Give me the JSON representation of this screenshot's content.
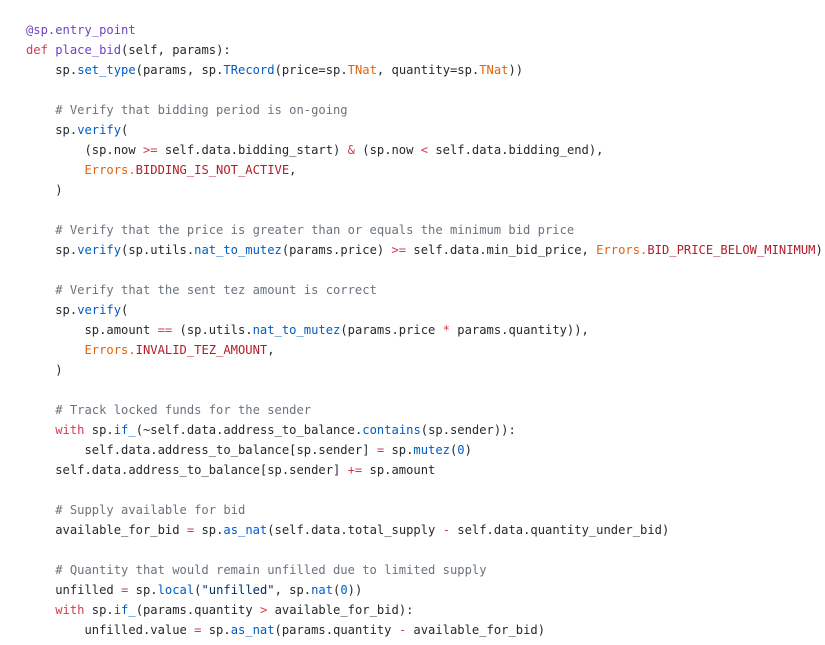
{
  "code": {
    "lines": [
      {
        "indent": 0,
        "tokens": [
          {
            "t": "deco",
            "v": "@sp.entry_point"
          }
        ]
      },
      {
        "indent": 0,
        "tokens": [
          {
            "t": "kw",
            "v": "def "
          },
          {
            "t": "fn",
            "v": "place_bid"
          },
          {
            "t": "text",
            "v": "(self, params):"
          }
        ]
      },
      {
        "indent": 4,
        "tokens": [
          {
            "t": "text",
            "v": "sp."
          },
          {
            "t": "attr",
            "v": "set_type"
          },
          {
            "t": "text",
            "v": "(params, sp."
          },
          {
            "t": "attr",
            "v": "TRecord"
          },
          {
            "t": "text",
            "v": "(price=sp."
          },
          {
            "t": "type",
            "v": "TNat"
          },
          {
            "t": "text",
            "v": ", quantity=sp."
          },
          {
            "t": "type",
            "v": "TNat"
          },
          {
            "t": "text",
            "v": "))"
          }
        ]
      },
      {
        "indent": 0,
        "tokens": []
      },
      {
        "indent": 4,
        "tokens": [
          {
            "t": "comment",
            "v": "# Verify that bidding period is on-going"
          }
        ]
      },
      {
        "indent": 4,
        "tokens": [
          {
            "t": "text",
            "v": "sp."
          },
          {
            "t": "attr",
            "v": "verify"
          },
          {
            "t": "text",
            "v": "("
          }
        ]
      },
      {
        "indent": 8,
        "tokens": [
          {
            "t": "text",
            "v": "(sp.now "
          },
          {
            "t": "op",
            "v": ">="
          },
          {
            "t": "text",
            "v": " self.data.bidding_start) "
          },
          {
            "t": "op",
            "v": "&"
          },
          {
            "t": "text",
            "v": " (sp.now "
          },
          {
            "t": "op",
            "v": "<"
          },
          {
            "t": "text",
            "v": " self.data.bidding_end),"
          }
        ]
      },
      {
        "indent": 8,
        "tokens": [
          {
            "t": "const",
            "v": "Errors."
          },
          {
            "t": "enum",
            "v": "BIDDING_IS_NOT_ACTIVE"
          },
          {
            "t": "text",
            "v": ","
          }
        ]
      },
      {
        "indent": 4,
        "tokens": [
          {
            "t": "text",
            "v": ")"
          }
        ]
      },
      {
        "indent": 0,
        "tokens": []
      },
      {
        "indent": 4,
        "tokens": [
          {
            "t": "comment",
            "v": "# Verify that the price is greater than or equals the minimum bid price"
          }
        ]
      },
      {
        "indent": 4,
        "tokens": [
          {
            "t": "text",
            "v": "sp."
          },
          {
            "t": "attr",
            "v": "verify"
          },
          {
            "t": "text",
            "v": "(sp.utils."
          },
          {
            "t": "attr",
            "v": "nat_to_mutez"
          },
          {
            "t": "text",
            "v": "(params.price) "
          },
          {
            "t": "op",
            "v": ">="
          },
          {
            "t": "text",
            "v": " self.data.min_bid_price, "
          },
          {
            "t": "const",
            "v": "Errors."
          },
          {
            "t": "enum",
            "v": "BID_PRICE_BELOW_MINIMUM"
          },
          {
            "t": "text",
            "v": ")"
          }
        ]
      },
      {
        "indent": 0,
        "tokens": []
      },
      {
        "indent": 4,
        "tokens": [
          {
            "t": "comment",
            "v": "# Verify that the sent tez amount is correct"
          }
        ]
      },
      {
        "indent": 4,
        "tokens": [
          {
            "t": "text",
            "v": "sp."
          },
          {
            "t": "attr",
            "v": "verify"
          },
          {
            "t": "text",
            "v": "("
          }
        ]
      },
      {
        "indent": 8,
        "tokens": [
          {
            "t": "text",
            "v": "sp.amount "
          },
          {
            "t": "op",
            "v": "=="
          },
          {
            "t": "text",
            "v": " (sp.utils."
          },
          {
            "t": "attr",
            "v": "nat_to_mutez"
          },
          {
            "t": "text",
            "v": "(params.price "
          },
          {
            "t": "op",
            "v": "*"
          },
          {
            "t": "text",
            "v": " params.quantity)),"
          }
        ]
      },
      {
        "indent": 8,
        "tokens": [
          {
            "t": "const",
            "v": "Errors."
          },
          {
            "t": "enum",
            "v": "INVALID_TEZ_AMOUNT"
          },
          {
            "t": "text",
            "v": ","
          }
        ]
      },
      {
        "indent": 4,
        "tokens": [
          {
            "t": "text",
            "v": ")"
          }
        ]
      },
      {
        "indent": 0,
        "tokens": []
      },
      {
        "indent": 4,
        "tokens": [
          {
            "t": "comment",
            "v": "# Track locked funds for the sender"
          }
        ]
      },
      {
        "indent": 4,
        "tokens": [
          {
            "t": "kw",
            "v": "with"
          },
          {
            "t": "text",
            "v": " sp."
          },
          {
            "t": "attr",
            "v": "if_"
          },
          {
            "t": "text",
            "v": "(~self.data.address_to_balance."
          },
          {
            "t": "attr",
            "v": "contains"
          },
          {
            "t": "text",
            "v": "(sp.sender)):"
          }
        ]
      },
      {
        "indent": 8,
        "tokens": [
          {
            "t": "text",
            "v": "self.data.address_to_balance[sp.sender] "
          },
          {
            "t": "op",
            "v": "="
          },
          {
            "t": "text",
            "v": " sp."
          },
          {
            "t": "attr",
            "v": "mutez"
          },
          {
            "t": "text",
            "v": "("
          },
          {
            "t": "num",
            "v": "0"
          },
          {
            "t": "text",
            "v": ")"
          }
        ]
      },
      {
        "indent": 4,
        "tokens": [
          {
            "t": "text",
            "v": "self.data.address_to_balance[sp.sender] "
          },
          {
            "t": "op",
            "v": "+="
          },
          {
            "t": "text",
            "v": " sp.amount"
          }
        ]
      },
      {
        "indent": 0,
        "tokens": []
      },
      {
        "indent": 4,
        "tokens": [
          {
            "t": "comment",
            "v": "# Supply available for bid"
          }
        ]
      },
      {
        "indent": 4,
        "tokens": [
          {
            "t": "text",
            "v": "available_for_bid "
          },
          {
            "t": "op",
            "v": "="
          },
          {
            "t": "text",
            "v": " sp."
          },
          {
            "t": "attr",
            "v": "as_nat"
          },
          {
            "t": "text",
            "v": "(self.data.total_supply "
          },
          {
            "t": "op",
            "v": "-"
          },
          {
            "t": "text",
            "v": " self.data.quantity_under_bid)"
          }
        ]
      },
      {
        "indent": 0,
        "tokens": []
      },
      {
        "indent": 4,
        "tokens": [
          {
            "t": "comment",
            "v": "# Quantity that would remain unfilled due to limited supply"
          }
        ]
      },
      {
        "indent": 4,
        "tokens": [
          {
            "t": "text",
            "v": "unfilled "
          },
          {
            "t": "op",
            "v": "="
          },
          {
            "t": "text",
            "v": " sp."
          },
          {
            "t": "attr",
            "v": "local"
          },
          {
            "t": "text",
            "v": "("
          },
          {
            "t": "str",
            "v": "\"unfilled\""
          },
          {
            "t": "text",
            "v": ", sp."
          },
          {
            "t": "attr",
            "v": "nat"
          },
          {
            "t": "text",
            "v": "("
          },
          {
            "t": "num",
            "v": "0"
          },
          {
            "t": "text",
            "v": "))"
          }
        ]
      },
      {
        "indent": 4,
        "tokens": [
          {
            "t": "kw",
            "v": "with"
          },
          {
            "t": "text",
            "v": " sp."
          },
          {
            "t": "attr",
            "v": "if_"
          },
          {
            "t": "text",
            "v": "(params.quantity "
          },
          {
            "t": "op",
            "v": ">"
          },
          {
            "t": "text",
            "v": " available_for_bid):"
          }
        ]
      },
      {
        "indent": 8,
        "tokens": [
          {
            "t": "text",
            "v": "unfilled.value "
          },
          {
            "t": "op",
            "v": "="
          },
          {
            "t": "text",
            "v": " sp."
          },
          {
            "t": "attr",
            "v": "as_nat"
          },
          {
            "t": "text",
            "v": "(params.quantity "
          },
          {
            "t": "op",
            "v": "-"
          },
          {
            "t": "text",
            "v": " available_for_bid)"
          }
        ]
      }
    ]
  }
}
